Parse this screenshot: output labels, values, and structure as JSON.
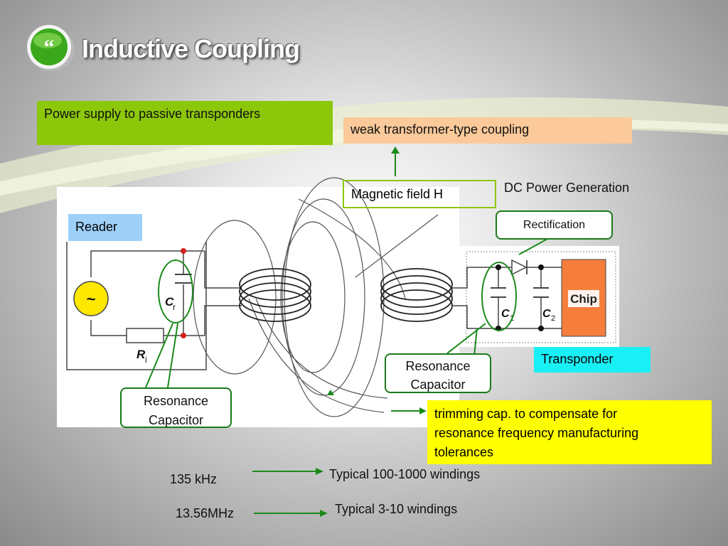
{
  "title": "Inductive Coupling",
  "logo": {
    "icon": "quote-bubble-icon",
    "color": "#3aa81a"
  },
  "boxes": {
    "power_supply": "Power supply to passive transponders",
    "coupling": "weak transformer-type coupling",
    "magnetic_field": "Magnetic field H",
    "dc_power": "DC Power Generation",
    "reader": "Reader",
    "transponder": "Transponder",
    "rectification": "Rectification",
    "resonance_left_1": "Resonance",
    "resonance_left_2": "Capacitor",
    "resonance_right_1": "Resonance",
    "resonance_right_2": "Capacitor",
    "trimming_1": "trimming cap. to compensate for",
    "trimming_2": "resonance frequency manufacturing",
    "trimming_3": "tolerances"
  },
  "circuit": {
    "source_symbol": "~",
    "cr": "C",
    "cr_sub": "r",
    "ri": "R",
    "ri_sub": "i",
    "c1": "C",
    "c1_sub": "1",
    "c2": "C",
    "c2_sub": "2",
    "chip": "Chip"
  },
  "frequencies": [
    {
      "freq": "135 kHz",
      "windings": "Typical 100-1000 windings"
    },
    {
      "freq": "13.56MHz",
      "windings": "Typical 3-10 windings"
    }
  ],
  "colors": {
    "green_box": "#8cc70a",
    "peach_box": "#fbc99a",
    "reader_blue": "#9fd0f8",
    "transponder_cyan": "#19f0f6",
    "trim_yellow": "#ffff00",
    "chip_orange": "#f57e3c",
    "arrow_green": "#1a7a1a"
  }
}
